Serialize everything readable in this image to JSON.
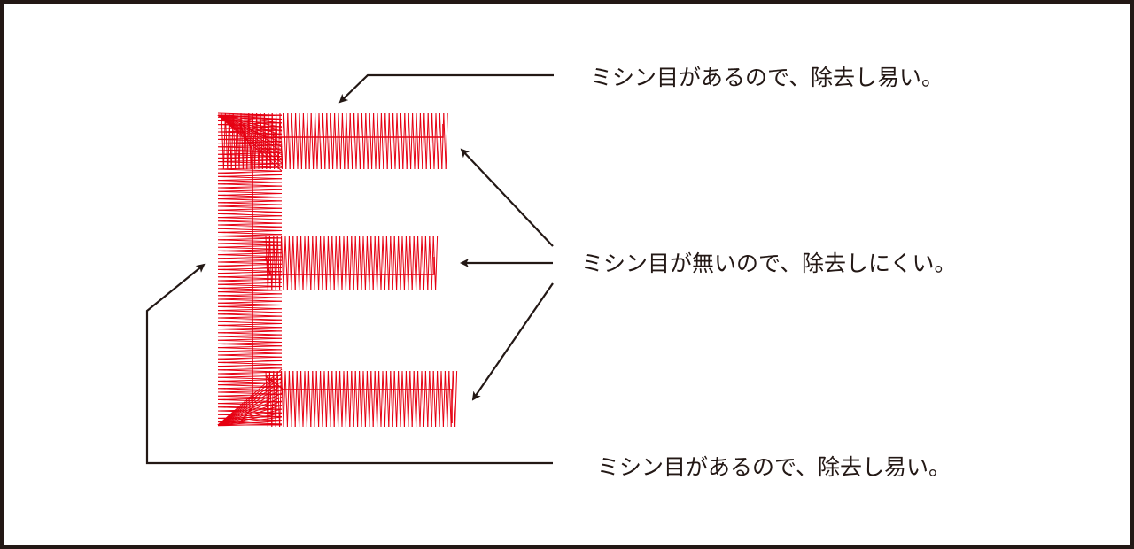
{
  "captions": {
    "top": "ミシン目があるので、除去し易い。",
    "middle": "ミシン目が無いので、除去しにくい。",
    "bottom": "ミシン目があるので、除去し易い。"
  },
  "colors": {
    "stitch": "#e60012",
    "ink": "#231815",
    "background": "#ffffff"
  }
}
